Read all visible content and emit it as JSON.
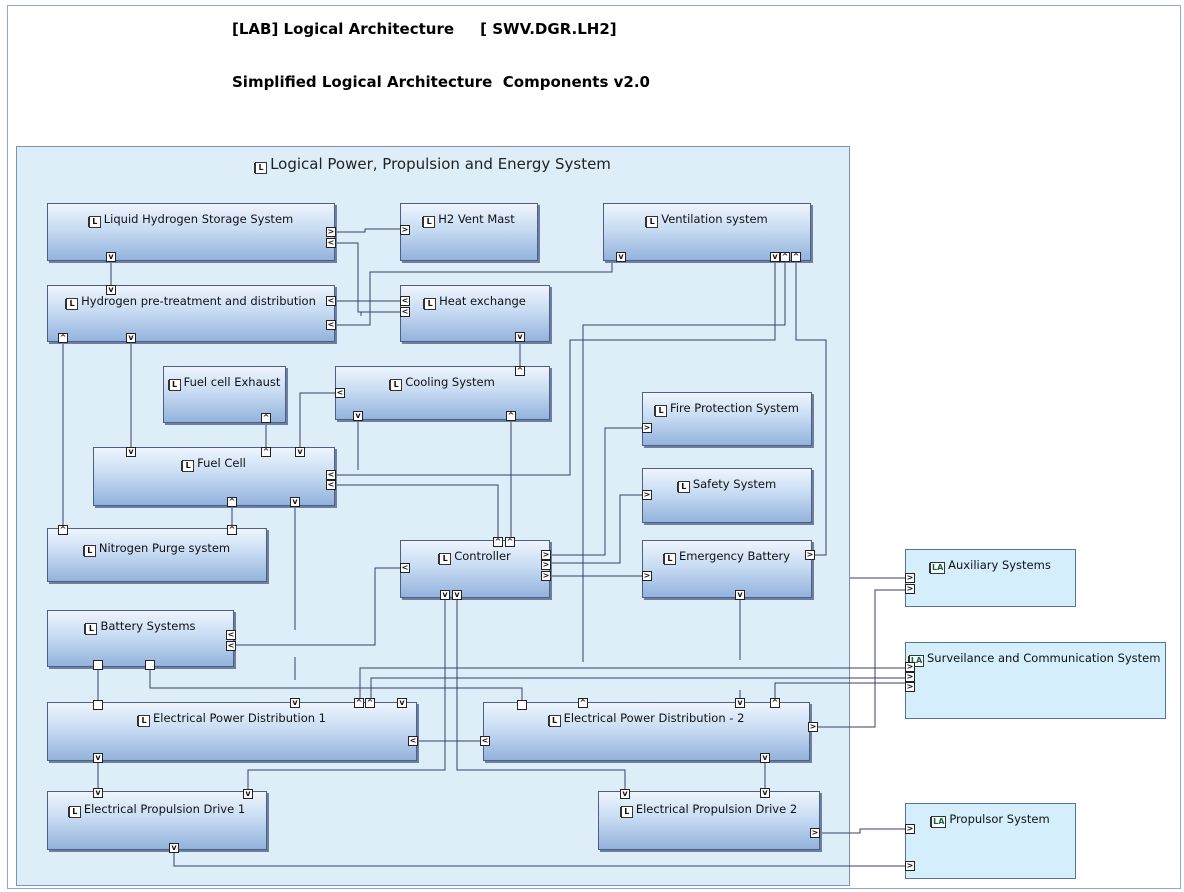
{
  "header": {
    "title": "[LAB] Logical Architecture     [ SWV.DGR.LH2]",
    "subtitle": "Simplified Logical Architecture  Components v2.0"
  },
  "system": {
    "label": "Logical Power, Propulsion and Energy System"
  },
  "icons": {
    "logical": "L",
    "actor": "LA"
  },
  "components": {
    "lh2_storage": "Liquid Hydrogen Storage System",
    "h2_vent": "H2 Vent Mast",
    "ventilation": "Ventilation system",
    "h2_pretreat": "Hydrogen pre-treatment and distribution",
    "heat_exchange": "Heat exchange",
    "fc_exhaust": "Fuel cell Exhaust",
    "cooling": "Cooling System",
    "fire_protection": "Fire Protection System",
    "fuel_cell": "Fuel Cell",
    "safety": "Safety System",
    "nitrogen": "Nitrogen Purge system",
    "controller": "Controller",
    "emergency_battery": "Emergency Battery",
    "battery": "Battery Systems",
    "epd1": "Electrical Power Distribution 1",
    "epd2": "Electrical Power Distribution - 2",
    "epdrive1": "Electrical Propulsion Drive 1",
    "epdrive2": "Electrical Propulsion Drive 2"
  },
  "external": {
    "auxiliary": "Auxiliary Systems",
    "surveillance": "Surveilance and Communication System",
    "propulsor": "Propulsor System"
  }
}
